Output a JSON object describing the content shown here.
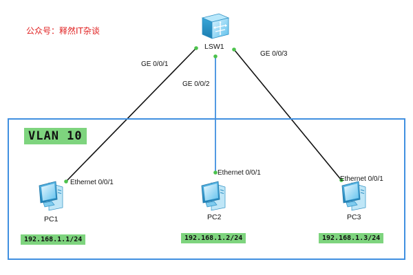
{
  "watermark": "公众号：释然IT杂谈",
  "switch": {
    "name": "LSW1",
    "icon": "switch-icon"
  },
  "vlan": {
    "label": "VLAN 10",
    "border_color": "#3f8fe0",
    "label_bg": "#7ed47e"
  },
  "links": [
    {
      "switch_port": "GE 0/0/1",
      "pc_port": "Ethernet 0/0/1",
      "color": "#111111"
    },
    {
      "switch_port": "GE 0/0/2",
      "pc_port": "Ethernet 0/0/1",
      "color": "#3f8fe0"
    },
    {
      "switch_port": "GE 0/0/3",
      "pc_port": "Ethernet 0/0/1",
      "color": "#111111"
    }
  ],
  "pcs": [
    {
      "name": "PC1",
      "ip": "192.168.1.1/24",
      "icon": "pc-icon"
    },
    {
      "name": "PC2",
      "ip": "192.168.1.2/24",
      "icon": "pc-icon"
    },
    {
      "name": "PC3",
      "ip": "192.168.1.3/24",
      "icon": "pc-icon"
    }
  ],
  "link_dot_color": "#4cc24c"
}
